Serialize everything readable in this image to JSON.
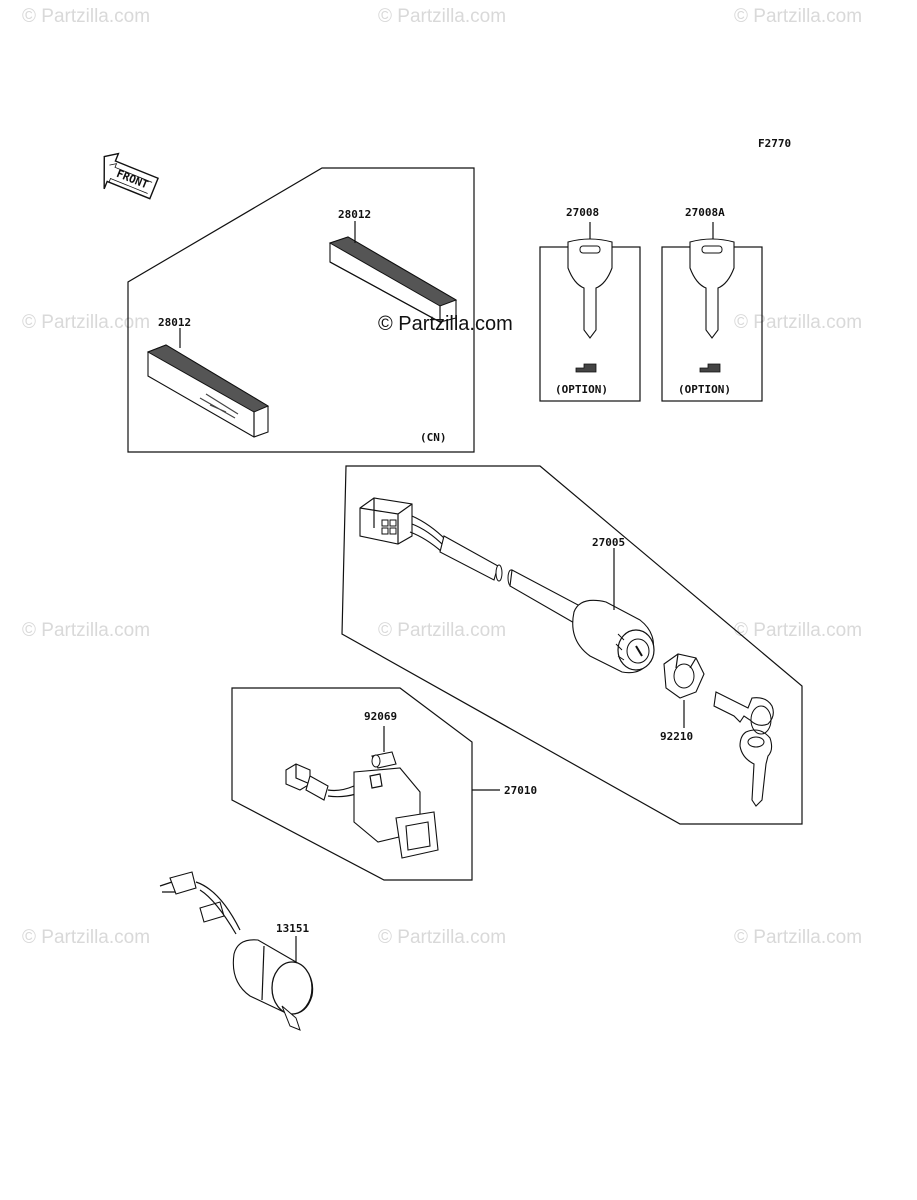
{
  "diagram": {
    "figure_code": "F2770",
    "front_label": "FRONT",
    "watermark": "© Partzilla.com",
    "main_watermark": "© Partzilla.com",
    "labels": {
      "p28012_upper": "28012",
      "p28012_lower": "28012",
      "cn": "(CN)",
      "p27008": "27008",
      "p27008a": "27008A",
      "option_1": "(OPTION)",
      "option_2": "(OPTION)",
      "p27005": "27005",
      "p92210": "92210",
      "p92069": "92069",
      "p27010": "27010",
      "p13151": "13151"
    }
  }
}
